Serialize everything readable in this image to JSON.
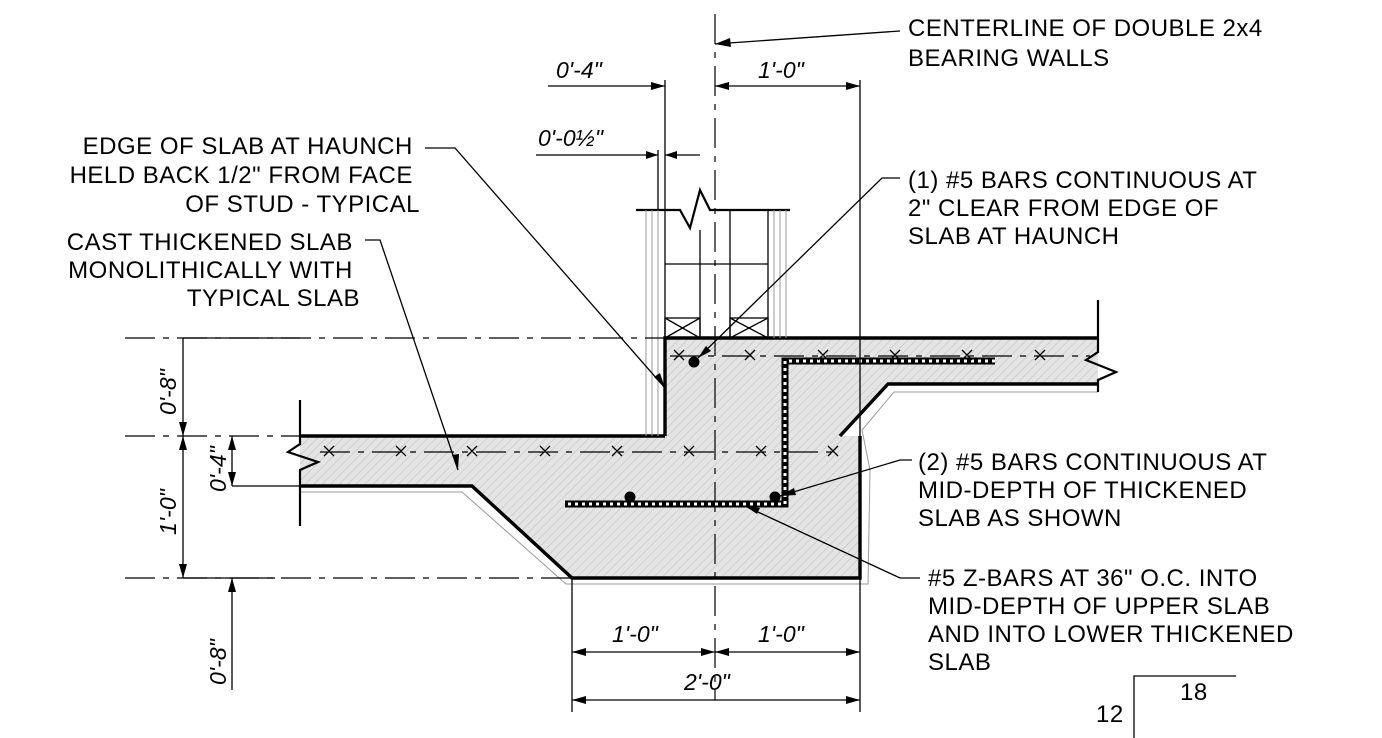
{
  "notes": {
    "centerline": [
      "CENTERLINE OF DOUBLE 2x4",
      "BEARING WALLS"
    ],
    "edge_of_slab": [
      "EDGE OF SLAB AT HAUNCH",
      "HELD BACK 1/2\" FROM FACE",
      "OF STUD - TYPICAL"
    ],
    "cast_thickened": [
      "CAST THICKENED SLAB",
      "MONOLITHICALLY WITH",
      "TYPICAL SLAB"
    ],
    "bars_1": [
      "(1) #5 BARS CONTINUOUS AT",
      "2\" CLEAR FROM EDGE OF",
      "SLAB AT HAUNCH"
    ],
    "bars_2": [
      "(2) #5 BARS CONTINUOUS AT",
      "MID-DEPTH OF THICKENED",
      "SLAB AS SHOWN"
    ],
    "z_bars": [
      "#5 Z-BARS AT 36\" O.C. INTO",
      "MID-DEPTH OF UPPER SLAB",
      "AND INTO LOWER THICKENED",
      "SLAB"
    ]
  },
  "dimensions": {
    "top_left": "0'-4\"",
    "top_right": "1'-0\"",
    "stud_offset": "0'-0½\"",
    "left_upper": "0'-8\"",
    "left_mid": "0'-4\"",
    "left_total": "1'-0\"",
    "left_lower": "0'-8\"",
    "bottom_left": "1'-0\"",
    "bottom_right": "1'-0\"",
    "bottom_total": "2'-0\""
  },
  "slope": {
    "rise": "12",
    "run": "18"
  }
}
